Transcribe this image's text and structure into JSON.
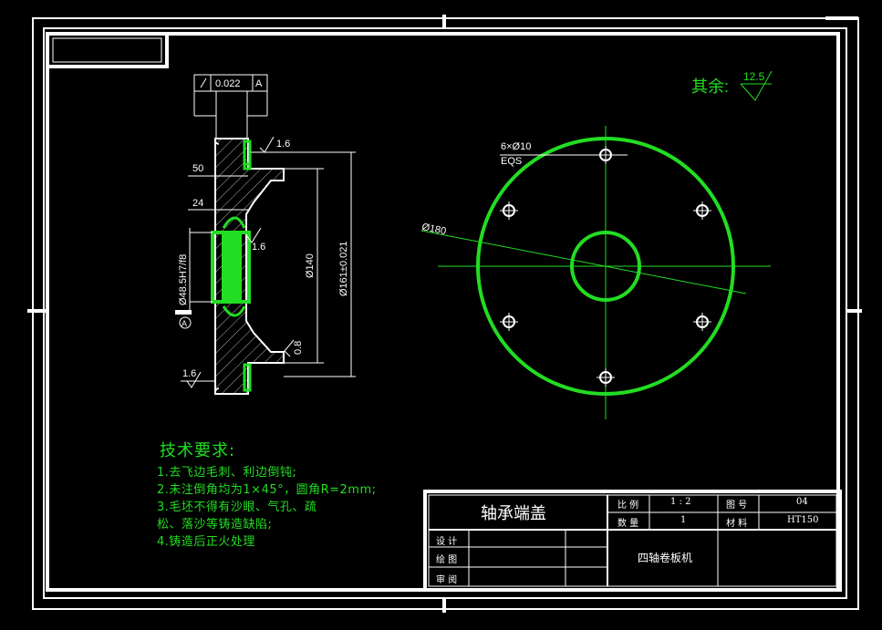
{
  "drawing": {
    "roughness_note": "其余:",
    "roughness_value": "12.5",
    "tolerance_frame": {
      "value": "0.022",
      "datum": "A"
    },
    "datum_label": "A",
    "section_dims": {
      "d50": "50",
      "d24": "24",
      "r16_top": "1.6",
      "r16_mid": "1.6",
      "r16_bottom": "1.6",
      "r08": "0.8",
      "bore": "Ø48.5H7/f8",
      "d140": "Ø140",
      "d161": "Ø161±0.021"
    },
    "plan_dims": {
      "holes": "6×Ø10",
      "eqs": "EQS",
      "d180": "Ø180"
    }
  },
  "notes": {
    "title": "技术要求:",
    "items": [
      "1.去飞边毛刺、利边倒钝;",
      "2.未注倒角均为1×45°，圆角R=2mm;",
      "3.毛坯不得有沙眼、气孔、疏",
      "  松、落沙等铸造缺陷;",
      "4.铸造后正火处理"
    ]
  },
  "title_block": {
    "part_name": "轴承端盖",
    "scale_label": "比 例",
    "scale_value": "1 : 2",
    "drawing_no_label": "图 号",
    "drawing_no_value": "04",
    "qty_label": "数 量",
    "qty_value": "1",
    "material_label": "材 料",
    "material_value": "HT150",
    "design_label": "设 计",
    "draw_label": "绘 图",
    "review_label": "审 阅",
    "company": "四轴卷板机"
  }
}
